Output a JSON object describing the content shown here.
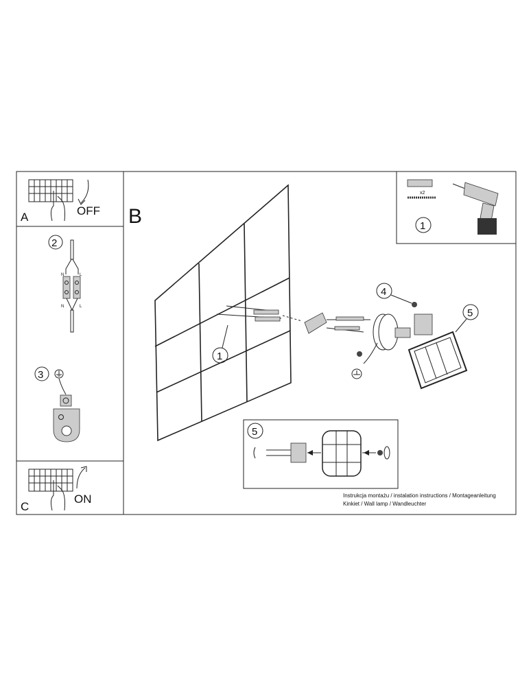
{
  "panels": {
    "a": {
      "letter": "A",
      "action": "OFF"
    },
    "b": {
      "letter": "B"
    },
    "c": {
      "letter": "C",
      "action": "ON"
    }
  },
  "steps": {
    "s1": "1",
    "s2": "2",
    "s3": "3",
    "s4": "4",
    "s5": "5",
    "wall_1": "1",
    "lamp_5": "5",
    "inset_5": "5"
  },
  "tools": {
    "quantity": "x2"
  },
  "wiring": {
    "neutral": "N",
    "live": "L"
  },
  "footer": {
    "line1": "Instrukcja montażu / instalation instructions / Montageanleitung",
    "line2": "Kinkiet / Wall lamp / Wandleuchter"
  }
}
